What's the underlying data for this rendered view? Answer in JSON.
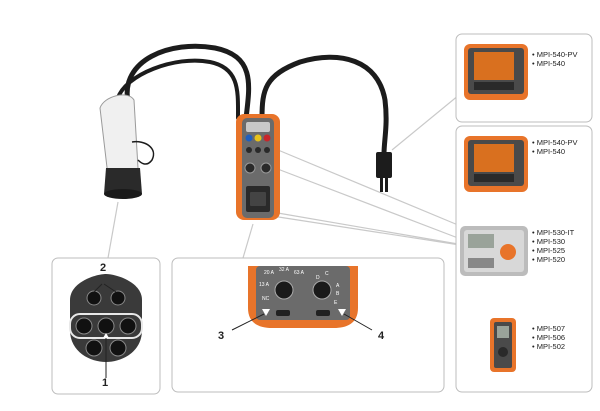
{
  "colors": {
    "orange": "#e8742a",
    "device_gray": "#6b6b6b",
    "cable": "#1c1c1c",
    "connector_white": "#f0f0f0",
    "panel_border": "#bdbdbd",
    "screen_orange": "#d9701f",
    "socket_blue": "#1f5fbf",
    "socket_yellow": "#e7c21a",
    "socket_red": "#c8262b"
  },
  "callouts": {
    "one": "1",
    "two": "2",
    "three": "3",
    "four": "4"
  },
  "knob_labels": {
    "current_1": "20 A",
    "current_2": "32 A",
    "current_3": "63 A",
    "current_4": "13 A",
    "nc": "NC",
    "letter_c": "C",
    "letter_d": "D",
    "letter_a": "A",
    "letter_b": "B",
    "letter_e": "E"
  },
  "meter_groups": [
    {
      "models": [
        "• MPI-540-PV",
        "• MPI-540"
      ]
    },
    {
      "models": [
        "• MPI-540-PV",
        "• MPI-540"
      ]
    },
    {
      "models": [
        "• MPI-530-IT",
        "• MPI-530",
        "• MPI-525",
        "• MPI-520"
      ]
    },
    {
      "models": [
        "• MPI-507",
        "• MPI-506",
        "• MPI-502"
      ]
    }
  ]
}
